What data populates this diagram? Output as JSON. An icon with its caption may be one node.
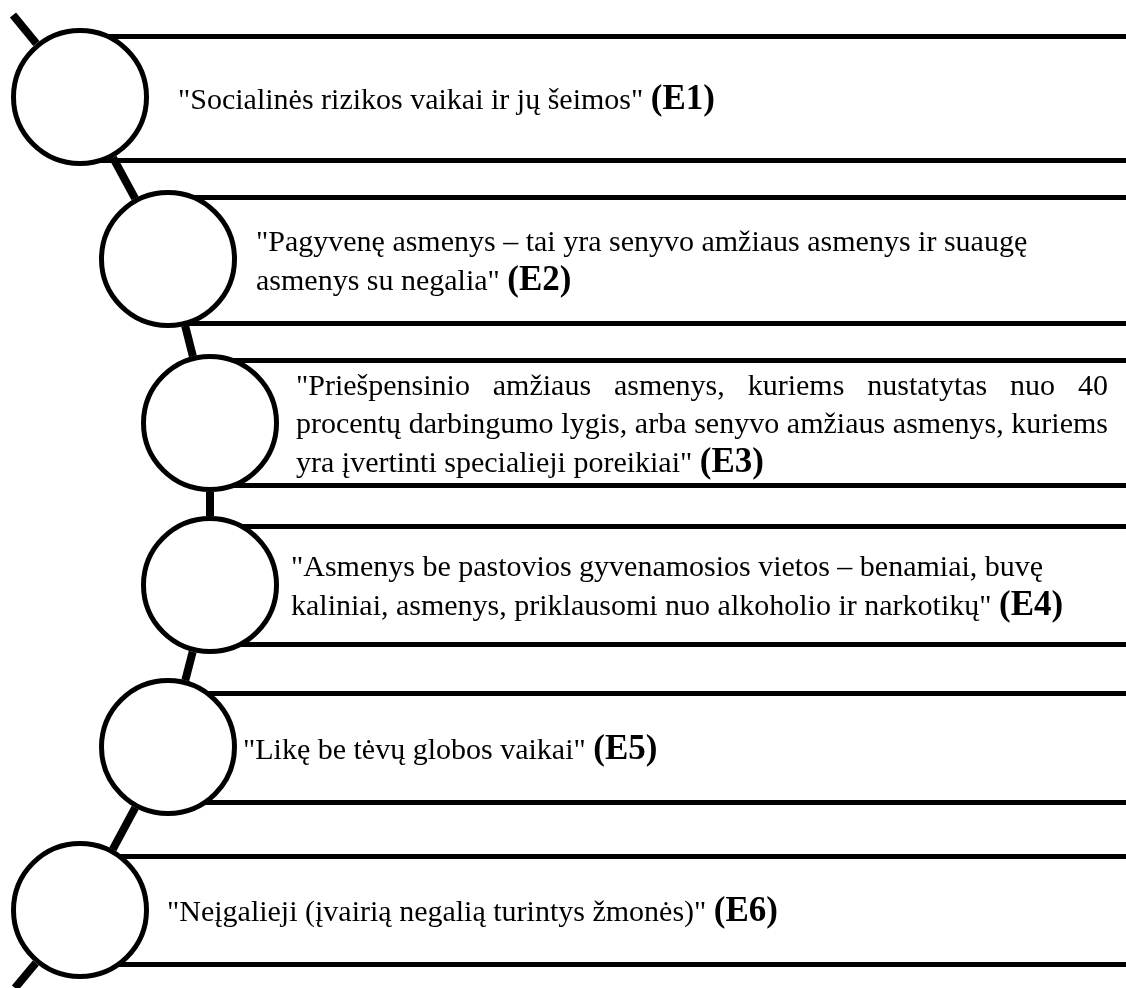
{
  "diagram": {
    "nodes": [
      {
        "text": [
          "\"Socialinės rizikos vaikai ir jų šeimos\" **(E1)**"
        ]
      },
      {
        "text": [
          "\"Pagyvenę asmenys – tai yra senyvo amžiaus asmenys ir suaugę asmenys su negalia\" **(E2)**"
        ]
      },
      {
        "text": [
          "\"Priešpensinio amžiaus asmenys, kuriems nustatytas nuo 40 procentų darbingumo lygis, arba senyvo amžiaus asmenys, kuriems yra įvertinti specialieji poreikiai\" **(E3)**"
        ]
      },
      {
        "text": [
          "\"Asmenys be pastovios gyvenamosios vietos – benamiai, buvę kaliniai, asmenys, priklausomi nuo alkoholio ir narkotikų\" **(E4)**"
        ]
      },
      {
        "text": [
          "\"Likę be tėvų globos vaikai\" **(E5)**"
        ]
      },
      {
        "text": [
          "\"Neįgalieji (įvairią negalią turintys žmonės)\" **(E6)**"
        ]
      },
      {
        "text": [],
        "shape": "circle"
      },
      {
        "text": [],
        "shape": "circle"
      },
      {
        "text": [],
        "shape": "circle"
      },
      {
        "text": [],
        "shape": "circle"
      },
      {
        "text": [],
        "shape": "circle"
      },
      {
        "text": [],
        "shape": "circle"
      }
    ],
    "edges": [
      {
        "from": null,
        "to": 6,
        "arrow": "none"
      },
      {
        "from": 6,
        "to": 7,
        "arrow": "none"
      },
      {
        "from": 7,
        "to": 8,
        "arrow": "none"
      },
      {
        "from": 8,
        "to": 9,
        "arrow": "none"
      },
      {
        "from": 9,
        "to": 10,
        "arrow": "none"
      },
      {
        "from": 10,
        "to": 11,
        "arrow": "none"
      },
      {
        "from": 11,
        "to": null,
        "arrow": "none"
      }
    ]
  }
}
